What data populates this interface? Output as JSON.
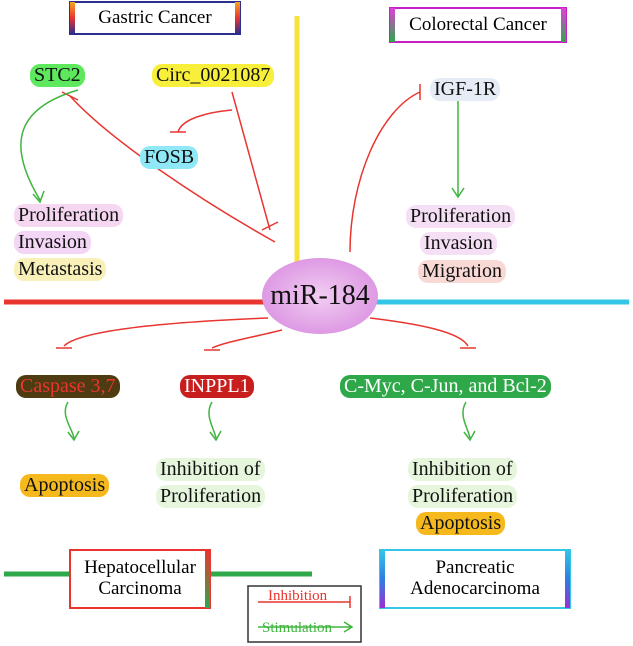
{
  "center": "miR-184",
  "colors": {
    "inhibition": "#e8352f",
    "stimulation": "#3fb53f",
    "center_fill": "#e7b6ea"
  },
  "gastric": {
    "title": "Gastric Cancer",
    "stc2": "STC2",
    "circ": "Circ_0021087",
    "fosb": "FOSB",
    "out1": "Proliferation",
    "out2": "Invasion",
    "out3": "Metastasis"
  },
  "colorectal": {
    "title": "Colorectal Cancer",
    "target": "IGF-1R",
    "out1": "Proliferation",
    "out2": "Invasion",
    "out3": "Migration"
  },
  "hepato": {
    "title_line1": "Hepatocellular",
    "title_line2": "Carcinoma",
    "caspase": "Caspase 3,7",
    "inppl1": "INPPL1",
    "out_apoptosis": "Apoptosis",
    "out_inhib1": "Inhibition of",
    "out_inhib2": "Proliferation"
  },
  "pancreatic": {
    "title_line1": "Pancreatic",
    "title_line2": "Adenocarcinoma",
    "targets": "C-Myc, C-Jun, and Bcl-2",
    "out1": "Inhibition of",
    "out2": "Proliferation",
    "out3": "Apoptosis"
  },
  "legend": {
    "inhibition": "Inhibition",
    "stimulation": "Stimulation"
  }
}
